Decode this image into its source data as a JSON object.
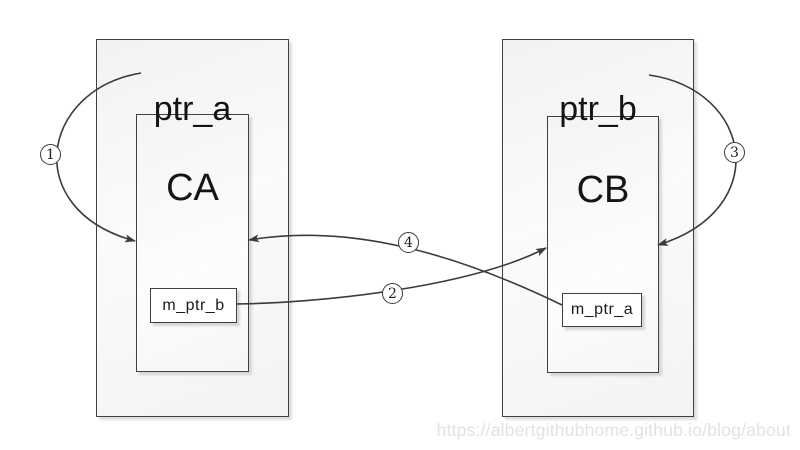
{
  "diagram": {
    "groups": {
      "left": {
        "pointer_label": "ptr_a",
        "object_label": "CA",
        "member_label": "m_ptr_b"
      },
      "right": {
        "pointer_label": "ptr_b",
        "object_label": "CB",
        "member_label": "m_ptr_a"
      }
    },
    "badges": {
      "b1": "1",
      "b2": "2",
      "b3": "3",
      "b4": "4"
    },
    "watermark": "https://albertgithubhome.github.io/blog/about",
    "colors": {
      "line": "#3b3b3b",
      "box_border": "#404040",
      "box_fill_light": "#fbfbfb",
      "box_fill_gray": "#f2f2f2",
      "watermark_text": "#e2e2e2",
      "text": "#141414"
    }
  }
}
